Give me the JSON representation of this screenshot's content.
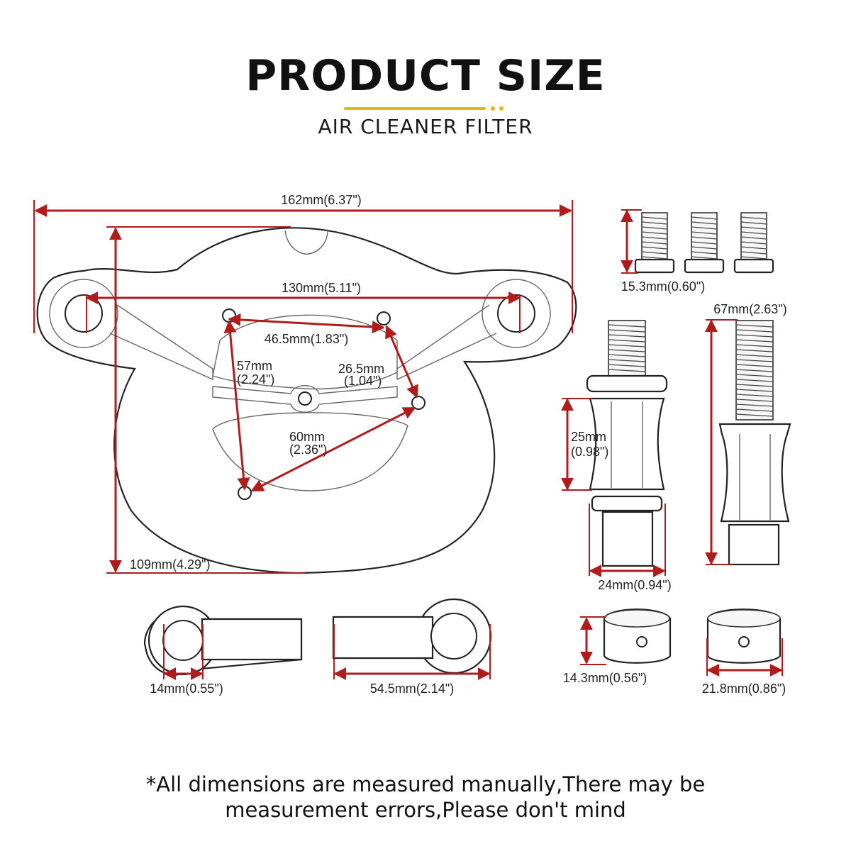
{
  "header": {
    "title": "PRODUCT SIZE",
    "subtitle": "AIR CLEANER FILTER",
    "accent_color": "#e8b41c"
  },
  "dimension_color": "#b01c1c",
  "dimensions": {
    "overall_width": "162mm(6.37\")",
    "mount_hole_spacing": "130mm(5.11\")",
    "top_hole_spacing": "46.5mm(1.83\")",
    "left_diagonal_line1": "57mm",
    "left_diagonal_line2": "(2.24\")",
    "right_diagonal_line1": "26.5mm",
    "right_diagonal_line2": "(1.04\")",
    "lower_diagonal_line1": "60mm",
    "lower_diagonal_line2": "(2.36\")",
    "plate_height": "109mm(4.29\")",
    "short_bolt_length": "15.3mm(0.60\")",
    "long_bolt_length": "67mm(2.63\")",
    "spacer_height_line1": "25mm",
    "spacer_height_line2": "(0.98\")",
    "spacer_width": "24mm(0.94\")",
    "bracket_hole": "14mm(0.55\")",
    "bracket_length": "54.5mm(2.14\")",
    "cap_height": "14.3mm(0.56\")",
    "cap_width": "21.8mm(0.86\")"
  },
  "footer": {
    "line1": "*All dimensions are measured manually,There may be",
    "line2": "measurement errors,Please don't mind"
  }
}
